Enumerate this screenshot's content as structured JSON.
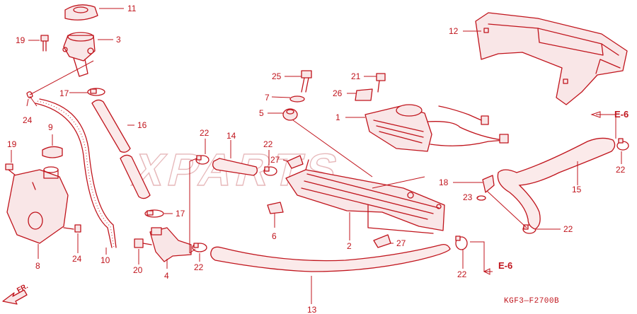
{
  "watermark": "XPARTS",
  "diagram_code": "KGF3—F2700B",
  "front_label": "FR.",
  "e6_top": "E-6",
  "e6_bottom": "E-6",
  "labels": {
    "p11": "11",
    "p19a": "19",
    "p3": "3",
    "p17a": "17",
    "p24a": "24",
    "p16": "16",
    "p9": "9",
    "p19b": "19",
    "p8": "8",
    "p24b": "24",
    "p10": "10",
    "p20": "20",
    "p4": "4",
    "p17b": "17",
    "p22a": "22",
    "p22b": "22",
    "p14": "14",
    "p22c": "22",
    "p13": "13",
    "p25": "25",
    "p7": "7",
    "p5": "5",
    "p27a": "27",
    "p6": "6",
    "p2": "2",
    "p27b": "27",
    "p21": "21",
    "p26": "26",
    "p1": "1",
    "p18": "18",
    "p23": "23",
    "p12": "12",
    "p22d": "22",
    "p15": "15",
    "p22e": "22",
    "p22f": "22"
  },
  "colors": {
    "line": "#c0141c",
    "watermark": "#e7b9bb",
    "background": "#ffffff"
  }
}
